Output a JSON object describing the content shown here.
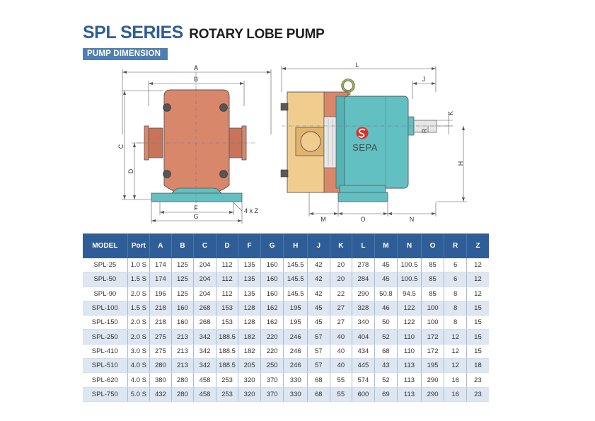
{
  "title": {
    "series": "SPL SERIES",
    "subtitle": "ROTARY LOBE PUMP"
  },
  "section_label": "PUMP DIMENSION",
  "front_view": {
    "labels": [
      "A",
      "B",
      "C",
      "D",
      "F",
      "G",
      "4 x Z"
    ]
  },
  "side_view": {
    "labels": [
      "L",
      "J",
      "K",
      "R",
      "H",
      "M",
      "O",
      "N"
    ],
    "brand": "SEPA"
  },
  "colors": {
    "header_blue": "#2f5d97",
    "badge_blue": "#4f7fb0",
    "body_copper": "#d9876b",
    "body_teal": "#62bfc2",
    "cover_tan": "#f0cc8e"
  },
  "table": {
    "columns": [
      "MODEL",
      "Port",
      "A",
      "B",
      "C",
      "D",
      "F",
      "G",
      "H",
      "J",
      "K",
      "L",
      "M",
      "N",
      "O",
      "R",
      "Z"
    ],
    "rows": [
      [
        "SPL-25",
        "1.0 S",
        "174",
        "125",
        "204",
        "112",
        "135",
        "160",
        "145.5",
        "42",
        "20",
        "278",
        "45",
        "100.5",
        "85",
        "6",
        "12"
      ],
      [
        "SPL-50",
        "1.5 S",
        "174",
        "125",
        "204",
        "112",
        "135",
        "160",
        "145.5",
        "42",
        "20",
        "284",
        "45",
        "100.5",
        "85",
        "6",
        "12"
      ],
      [
        "SPL-90",
        "2.0 S",
        "196",
        "125",
        "204",
        "112",
        "135",
        "160",
        "145.5",
        "42",
        "22",
        "290",
        "50.8",
        "94.5",
        "85",
        "8",
        "12"
      ],
      [
        "SPL-100",
        "1.5 S",
        "218",
        "160",
        "268",
        "153",
        "128",
        "162",
        "195",
        "45",
        "27",
        "328",
        "46",
        "122",
        "100",
        "8",
        "15"
      ],
      [
        "SPL-150",
        "2.0 S",
        "218",
        "160",
        "268",
        "153",
        "128",
        "162",
        "195",
        "45",
        "27",
        "340",
        "50",
        "122",
        "100",
        "8",
        "15"
      ],
      [
        "SPL-250",
        "2.0 S",
        "275",
        "213",
        "342",
        "188.5",
        "182",
        "220",
        "246",
        "57",
        "40",
        "404",
        "52",
        "110",
        "172",
        "12",
        "15"
      ],
      [
        "SPL-410",
        "3.0 S",
        "275",
        "213",
        "342",
        "188.5",
        "182",
        "220",
        "246",
        "57",
        "40",
        "434",
        "68",
        "110",
        "172",
        "12",
        "15"
      ],
      [
        "SPL-510",
        "4.0 S",
        "280",
        "213",
        "342",
        "188.5",
        "205",
        "250",
        "246",
        "57",
        "40",
        "445",
        "43",
        "113",
        "195",
        "12",
        "18"
      ],
      [
        "SPL-620",
        "4.0 S",
        "380",
        "280",
        "458",
        "253",
        "320",
        "370",
        "330",
        "68",
        "55",
        "574",
        "52",
        "113",
        "290",
        "16",
        "23"
      ],
      [
        "SPL-750",
        "5.0 S",
        "432",
        "280",
        "458",
        "253",
        "320",
        "370",
        "330",
        "68",
        "55",
        "600",
        "69",
        "113",
        "290",
        "16",
        "23"
      ]
    ]
  }
}
